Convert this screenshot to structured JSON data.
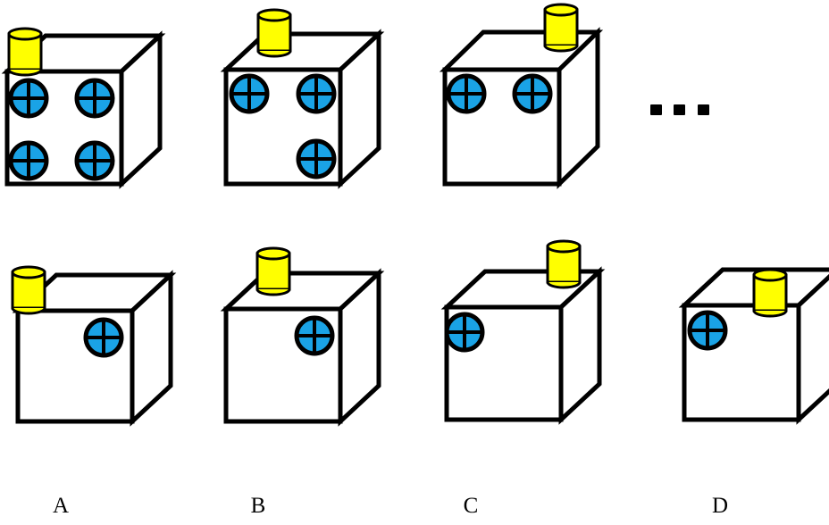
{
  "colors": {
    "stroke": "#000000",
    "cube_fill": "#ffffff",
    "cylinder": "#ffff00",
    "hole": "#1aa3e6"
  },
  "icons": {
    "hole": "blue-circle-with-cross-icon",
    "peg": "yellow-cylinder-icon",
    "continuation": "ellipsis-dots"
  },
  "sequence": {
    "continuation_symbol": "..."
  },
  "options": [
    {
      "key": "a",
      "label": "A"
    },
    {
      "key": "b",
      "label": "B"
    },
    {
      "key": "c",
      "label": "C"
    },
    {
      "key": "d",
      "label": "D"
    }
  ]
}
